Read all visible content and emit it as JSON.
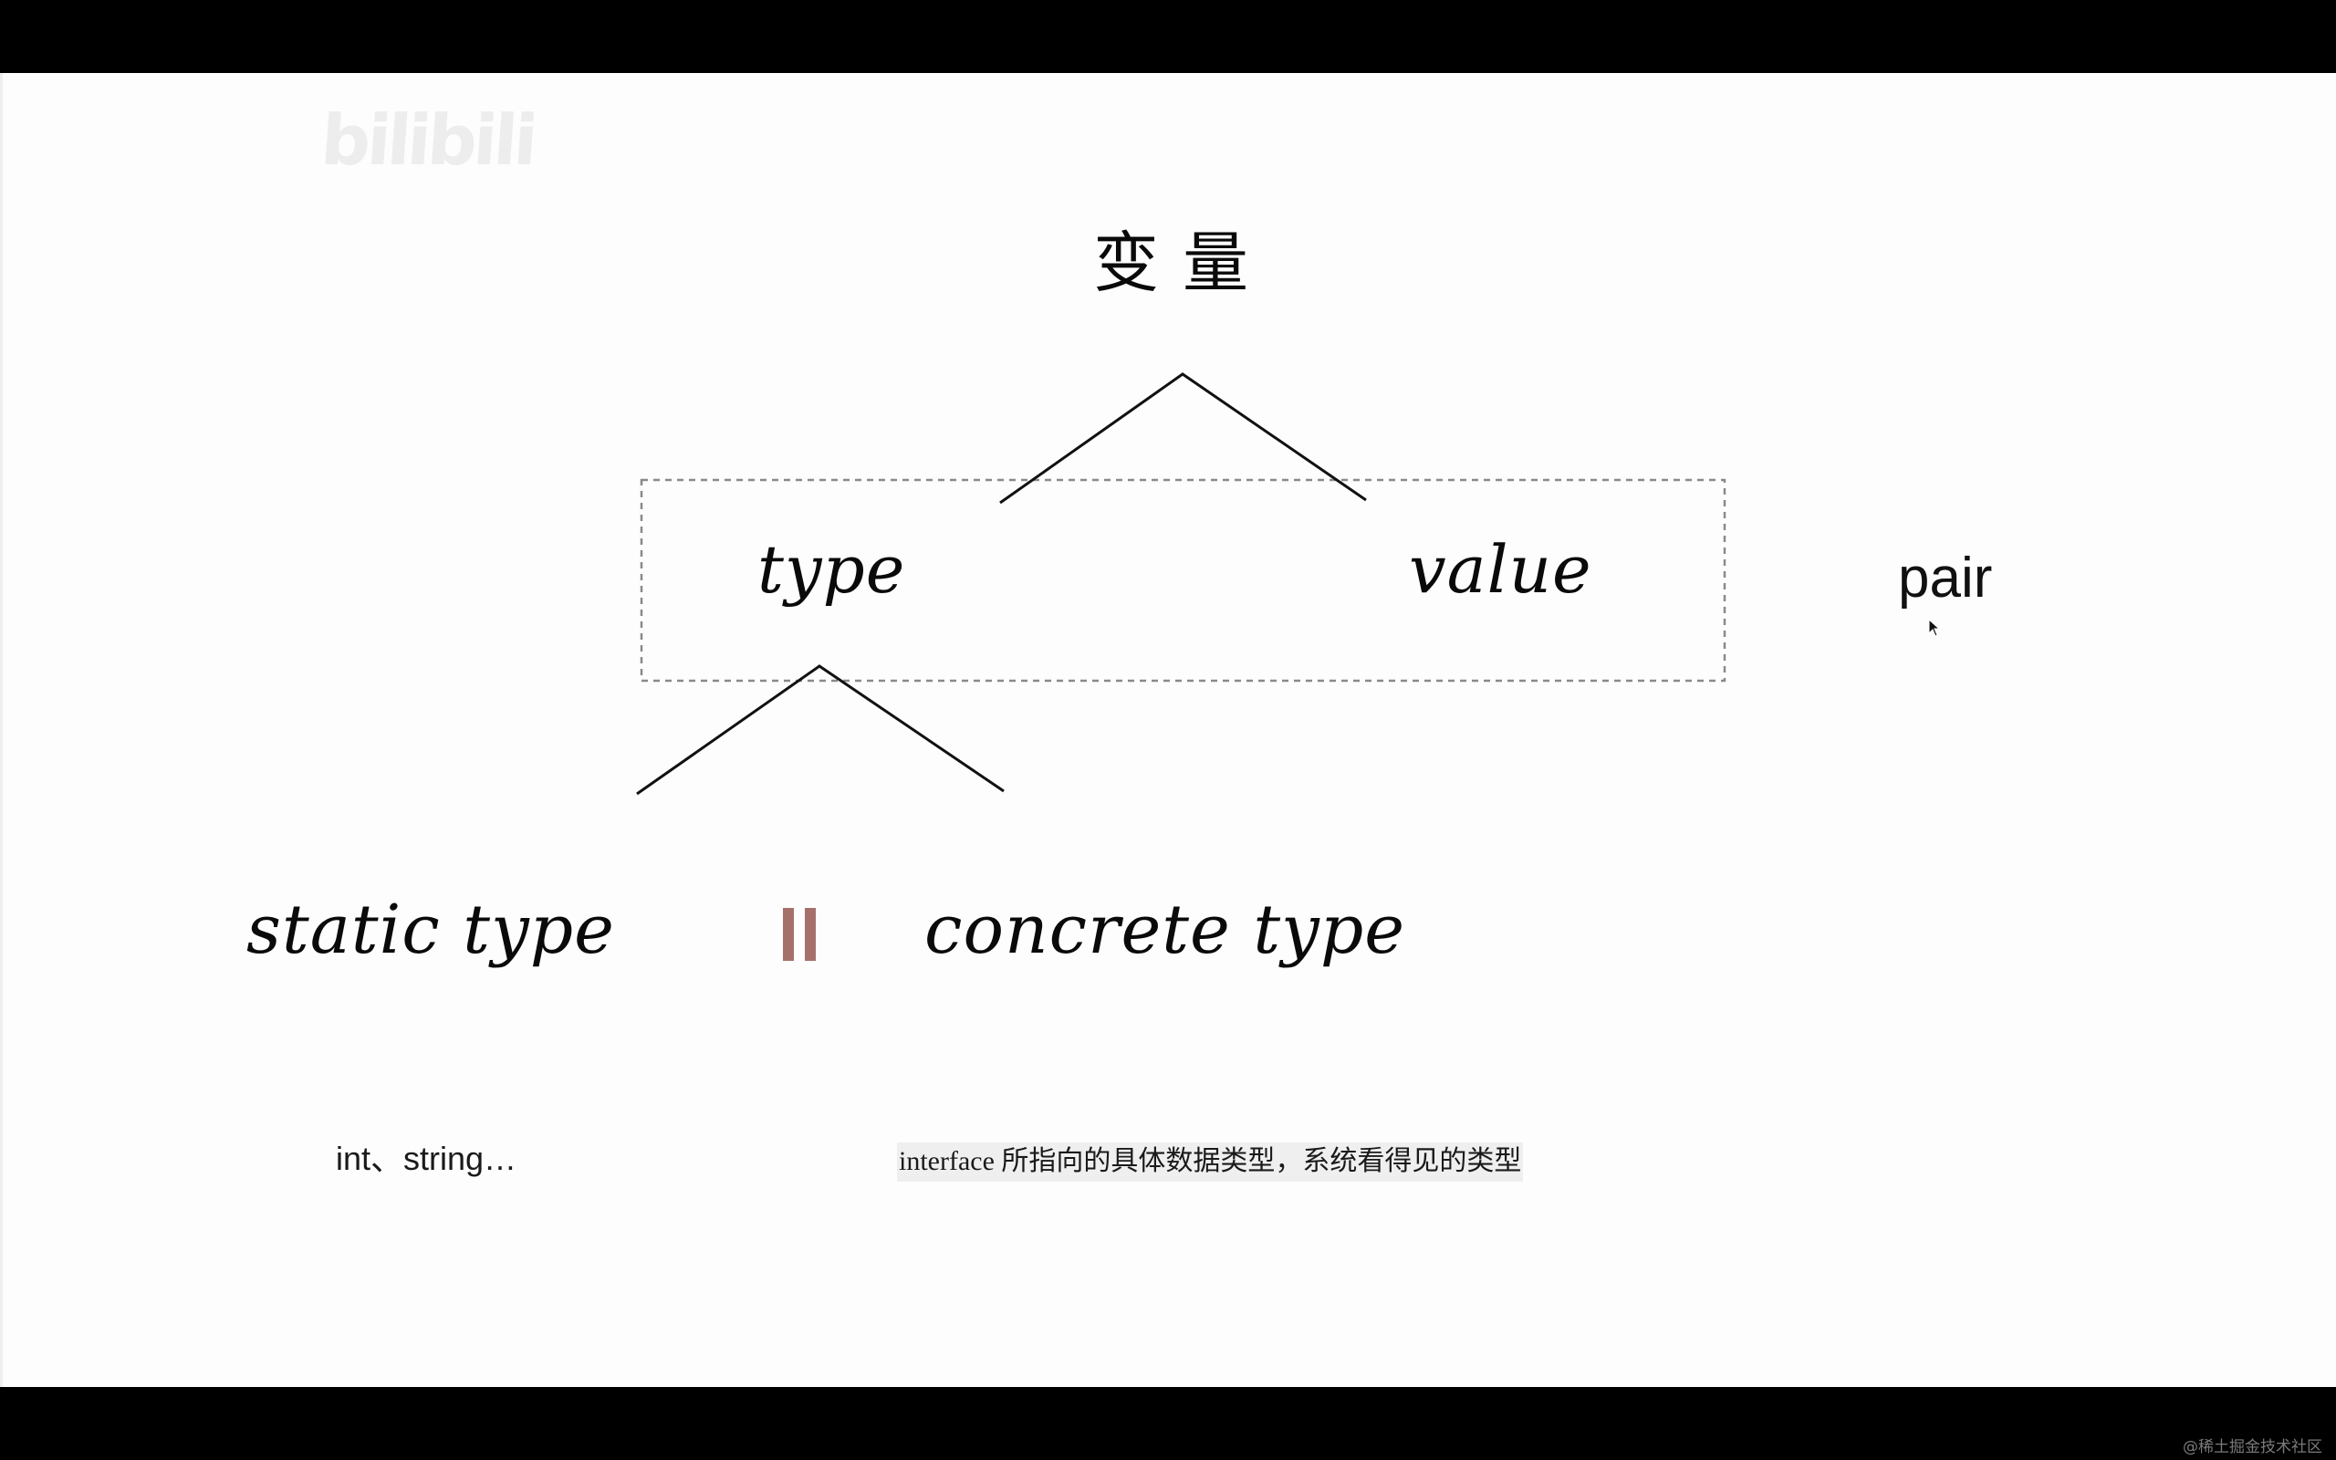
{
  "video_frame": {
    "letterbox_color": "#000000",
    "slide_background": "#fdfdfd",
    "logo_watermark": "bilibili",
    "platform_watermark": "@稀土掘金技术社区"
  },
  "diagram": {
    "root": {
      "label": "变量"
    },
    "pair_box": {
      "children": [
        {
          "id": "type",
          "label": "type"
        },
        {
          "id": "value",
          "label": "value"
        }
      ],
      "side_label": "pair",
      "border_style": "dashed",
      "border_color": "#8a8a8a"
    },
    "type_children": [
      {
        "id": "static",
        "label": "static type",
        "note": "int、string…"
      },
      {
        "id": "concrete",
        "label": "concrete type",
        "note": "interface 所指向的具体数据类型，系统看得见的类型"
      }
    ],
    "separator": {
      "glyph": "||",
      "color": "#a6706a"
    },
    "edges": [
      {
        "from": "变量",
        "to": "type"
      },
      {
        "from": "变量",
        "to": "value"
      },
      {
        "from": "type",
        "to": "static type"
      },
      {
        "from": "type",
        "to": "concrete type"
      }
    ]
  },
  "cursor": {
    "icon": "arrow-cursor-icon"
  }
}
